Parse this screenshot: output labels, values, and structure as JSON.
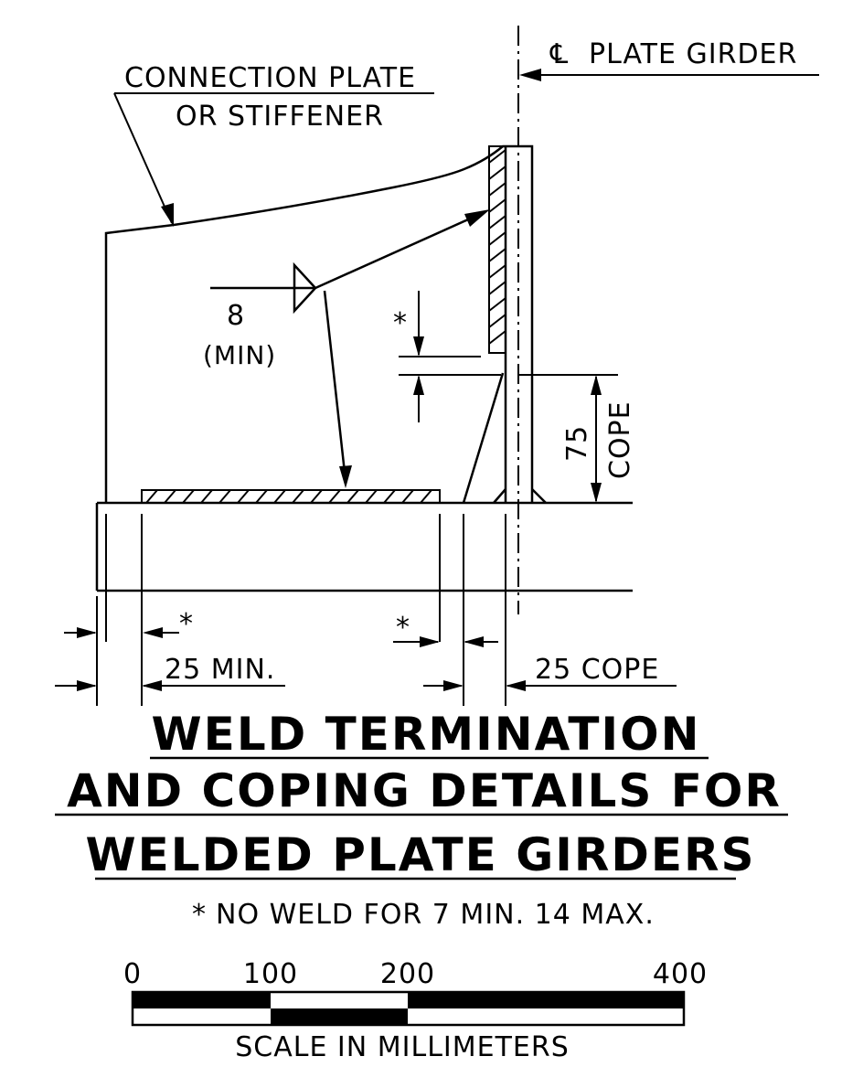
{
  "labels": {
    "centerline_symbol": "℄",
    "centerline": "PLATE GIRDER",
    "plate_line1": "CONNECTION PLATE",
    "plate_line2": "OR STIFFENER",
    "weld_size": "8",
    "weld_min": "(MIN)",
    "star": "*",
    "cope_value": "75",
    "cope_word": "COPE",
    "min25": "25 MIN.",
    "cope25": "25 COPE"
  },
  "title": {
    "line1": "WELD TERMINATION",
    "line2": "AND COPING DETAILS FOR",
    "line3": "WELDED PLATE GIRDERS"
  },
  "note": "NO WELD FOR 7 MIN. 14 MAX.",
  "scale": {
    "ticks": [
      "0",
      "100",
      "200",
      "400"
    ],
    "caption": "SCALE IN MILLIMETERS"
  }
}
